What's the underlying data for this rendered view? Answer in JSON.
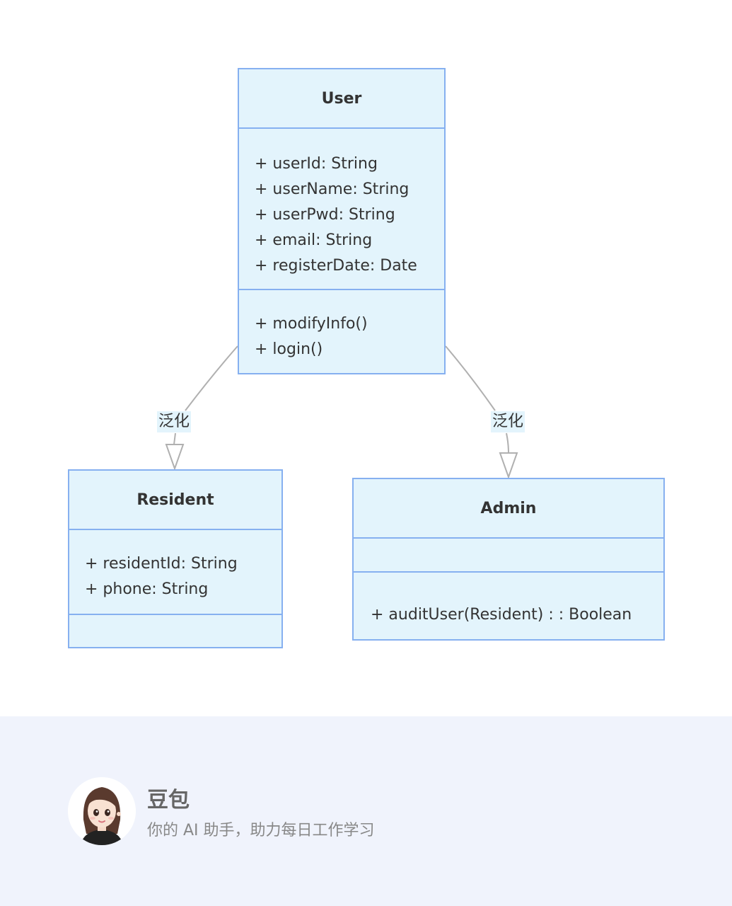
{
  "diagram": {
    "classes": {
      "user": {
        "name": "User",
        "attributes": [
          "+ userId: String",
          "+ userName: String",
          "+ userPwd: String",
          "+ email: String",
          "+ registerDate: Date"
        ],
        "methods": [
          "+ modifyInfo()",
          "+ login()"
        ]
      },
      "resident": {
        "name": "Resident",
        "attributes": [
          "+ residentId: String",
          "+ phone: String"
        ],
        "methods": []
      },
      "admin": {
        "name": "Admin",
        "attributes": [],
        "methods": [
          "+ auditUser(Resident) : : Boolean"
        ]
      }
    },
    "edges": {
      "resident_to_user": "泛化",
      "admin_to_user": "泛化"
    },
    "colors": {
      "box_fill": "#e3f4fc",
      "box_border": "#86b0f0",
      "edge": "#b0b0b0"
    }
  },
  "footer": {
    "name": "豆包",
    "tagline": "你的 AI 助手，助力每日工作学习",
    "avatar_icon": "assistant-avatar"
  }
}
